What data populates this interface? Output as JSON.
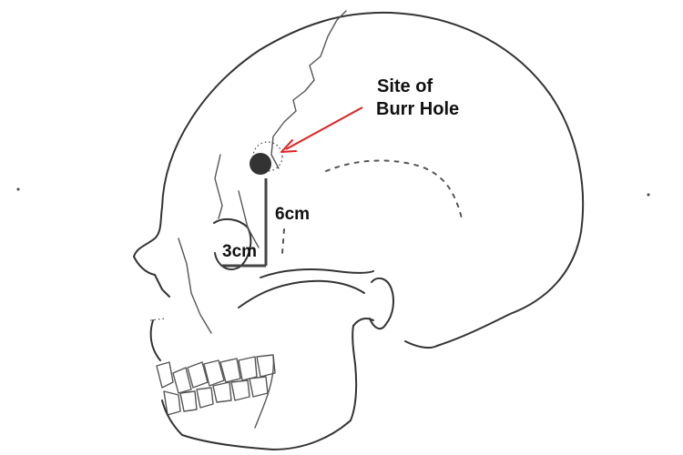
{
  "diagram": {
    "label_line1": "Site of",
    "label_line2": "Burr Hole",
    "vertical_measure": "6cm",
    "horizontal_measure": "3cm",
    "arrow_color": "#e0201f",
    "burr_hole_color": "#333333"
  }
}
